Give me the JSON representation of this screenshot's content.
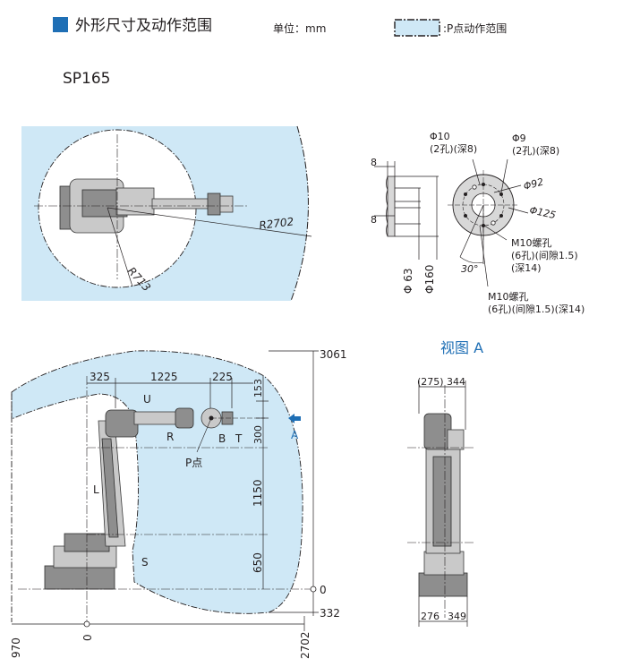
{
  "header": {
    "title": "外形尺寸及动作范围",
    "unit_label": "单位：mm",
    "legend_label": ":P点动作范围",
    "accent_color": "#1f6fb5",
    "envelope_color": "#cfe8f6"
  },
  "model": "SP165",
  "top_view": {
    "radius_outer": "R2702",
    "radius_inner": "R713"
  },
  "flange": {
    "dim_top": "8",
    "dim_mid": "8",
    "hole1_label": "Φ10",
    "hole1_detail": "(2孔)(深8)",
    "hole2_label": "Φ9",
    "hole2_detail": "(2孔)(深8)",
    "pcd_92": "Φ92",
    "pcd_125": "Φ125",
    "screw1_title": "M10螺孔",
    "screw1_line2": "(6孔)(间隙1.5)",
    "screw1_line3": "(深14)",
    "screw2_title": "M10螺孔",
    "screw2_line2": "(6孔)(间隙1.5)(深14)",
    "angle": "30°",
    "dia_63": "Φ 63",
    "dia_160": "Φ160"
  },
  "view_a_title": "视图 A",
  "side_view": {
    "dim_325": "325",
    "dim_1225": "1225",
    "dim_225": "225",
    "dim_153": "153",
    "dim_300": "300",
    "dim_1150": "1150",
    "dim_650": "650",
    "height_top": "3061",
    "zero_right": "0",
    "depth_bottom": "332",
    "left_reach": "970",
    "zero_bottom": "0",
    "right_reach": "2702",
    "axis_u": "U",
    "axis_r": "R",
    "axis_b": "B",
    "axis_t": "T",
    "axis_l": "L",
    "axis_s": "S",
    "arrow_label": "A",
    "p_point": "P点"
  },
  "front_view": {
    "dim_275": "(275)",
    "dim_344": "344",
    "dim_276": "276",
    "dim_349": "349"
  }
}
